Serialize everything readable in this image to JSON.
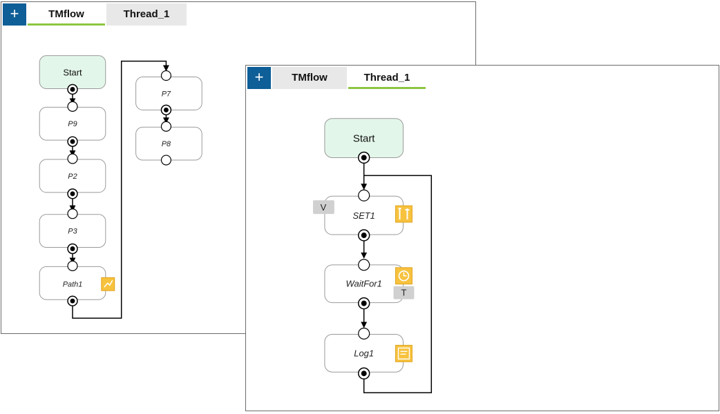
{
  "window_left": {
    "tabs": [
      {
        "label": "TMflow",
        "active": true
      },
      {
        "label": "Thread_1",
        "active": false
      }
    ],
    "plus_label": "+",
    "nodes": {
      "start": "Start",
      "p9": "P9",
      "p2": "P2",
      "p3": "P3",
      "path1": "Path1",
      "p7": "P7",
      "p8": "P8"
    }
  },
  "window_right": {
    "tabs": [
      {
        "label": "TMflow",
        "active": false
      },
      {
        "label": "Thread_1",
        "active": true
      }
    ],
    "plus_label": "+",
    "nodes": {
      "start": "Start",
      "set1": "SET1",
      "waitfor1": "WaitFor1",
      "log1": "Log1"
    },
    "badges": {
      "set_variable": "V",
      "wait_timer": "T"
    }
  },
  "colors": {
    "tab_accent": "#8cc63f",
    "plus_button": "#0e5e97",
    "start_fill": "#e3f6ea",
    "node_icon": "#f7c23e"
  }
}
